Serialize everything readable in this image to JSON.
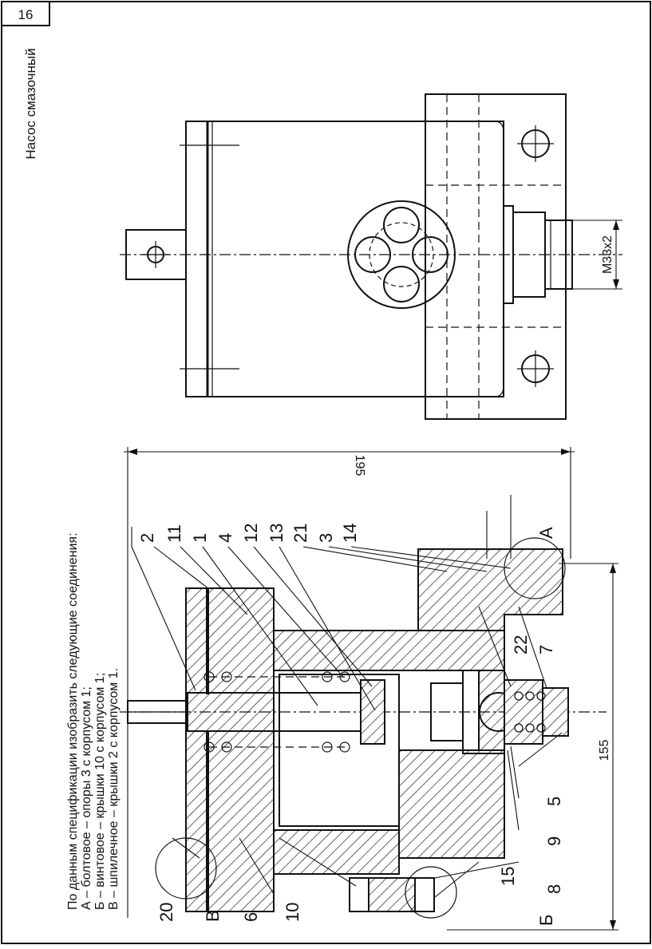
{
  "sheet": {
    "page_number": "16",
    "title": "Насос смазочный"
  },
  "task": {
    "intro": "По данным спецификации изобразить следующие соединения:",
    "items": [
      "А – болтовое – опоры 3 с корпусом 1;",
      "Б – винтовое – крышки 10 с корпусом 1;",
      "В – шпилечное – крышки 2 с корпусом 1."
    ]
  },
  "dimensions": {
    "overall_length": "195",
    "base_width": "155",
    "thread": "М33х2"
  },
  "callouts": {
    "top": [
      "2",
      "11",
      "1",
      "4",
      "12",
      "13",
      "21",
      "3",
      "14",
      "А"
    ],
    "right": [
      "22",
      "7",
      "5",
      "9",
      "8",
      "Б",
      "15"
    ],
    "left": [
      "20",
      "В",
      "6",
      "10"
    ]
  },
  "colors": {
    "ink": "#111111",
    "paper": "#ffffff"
  }
}
